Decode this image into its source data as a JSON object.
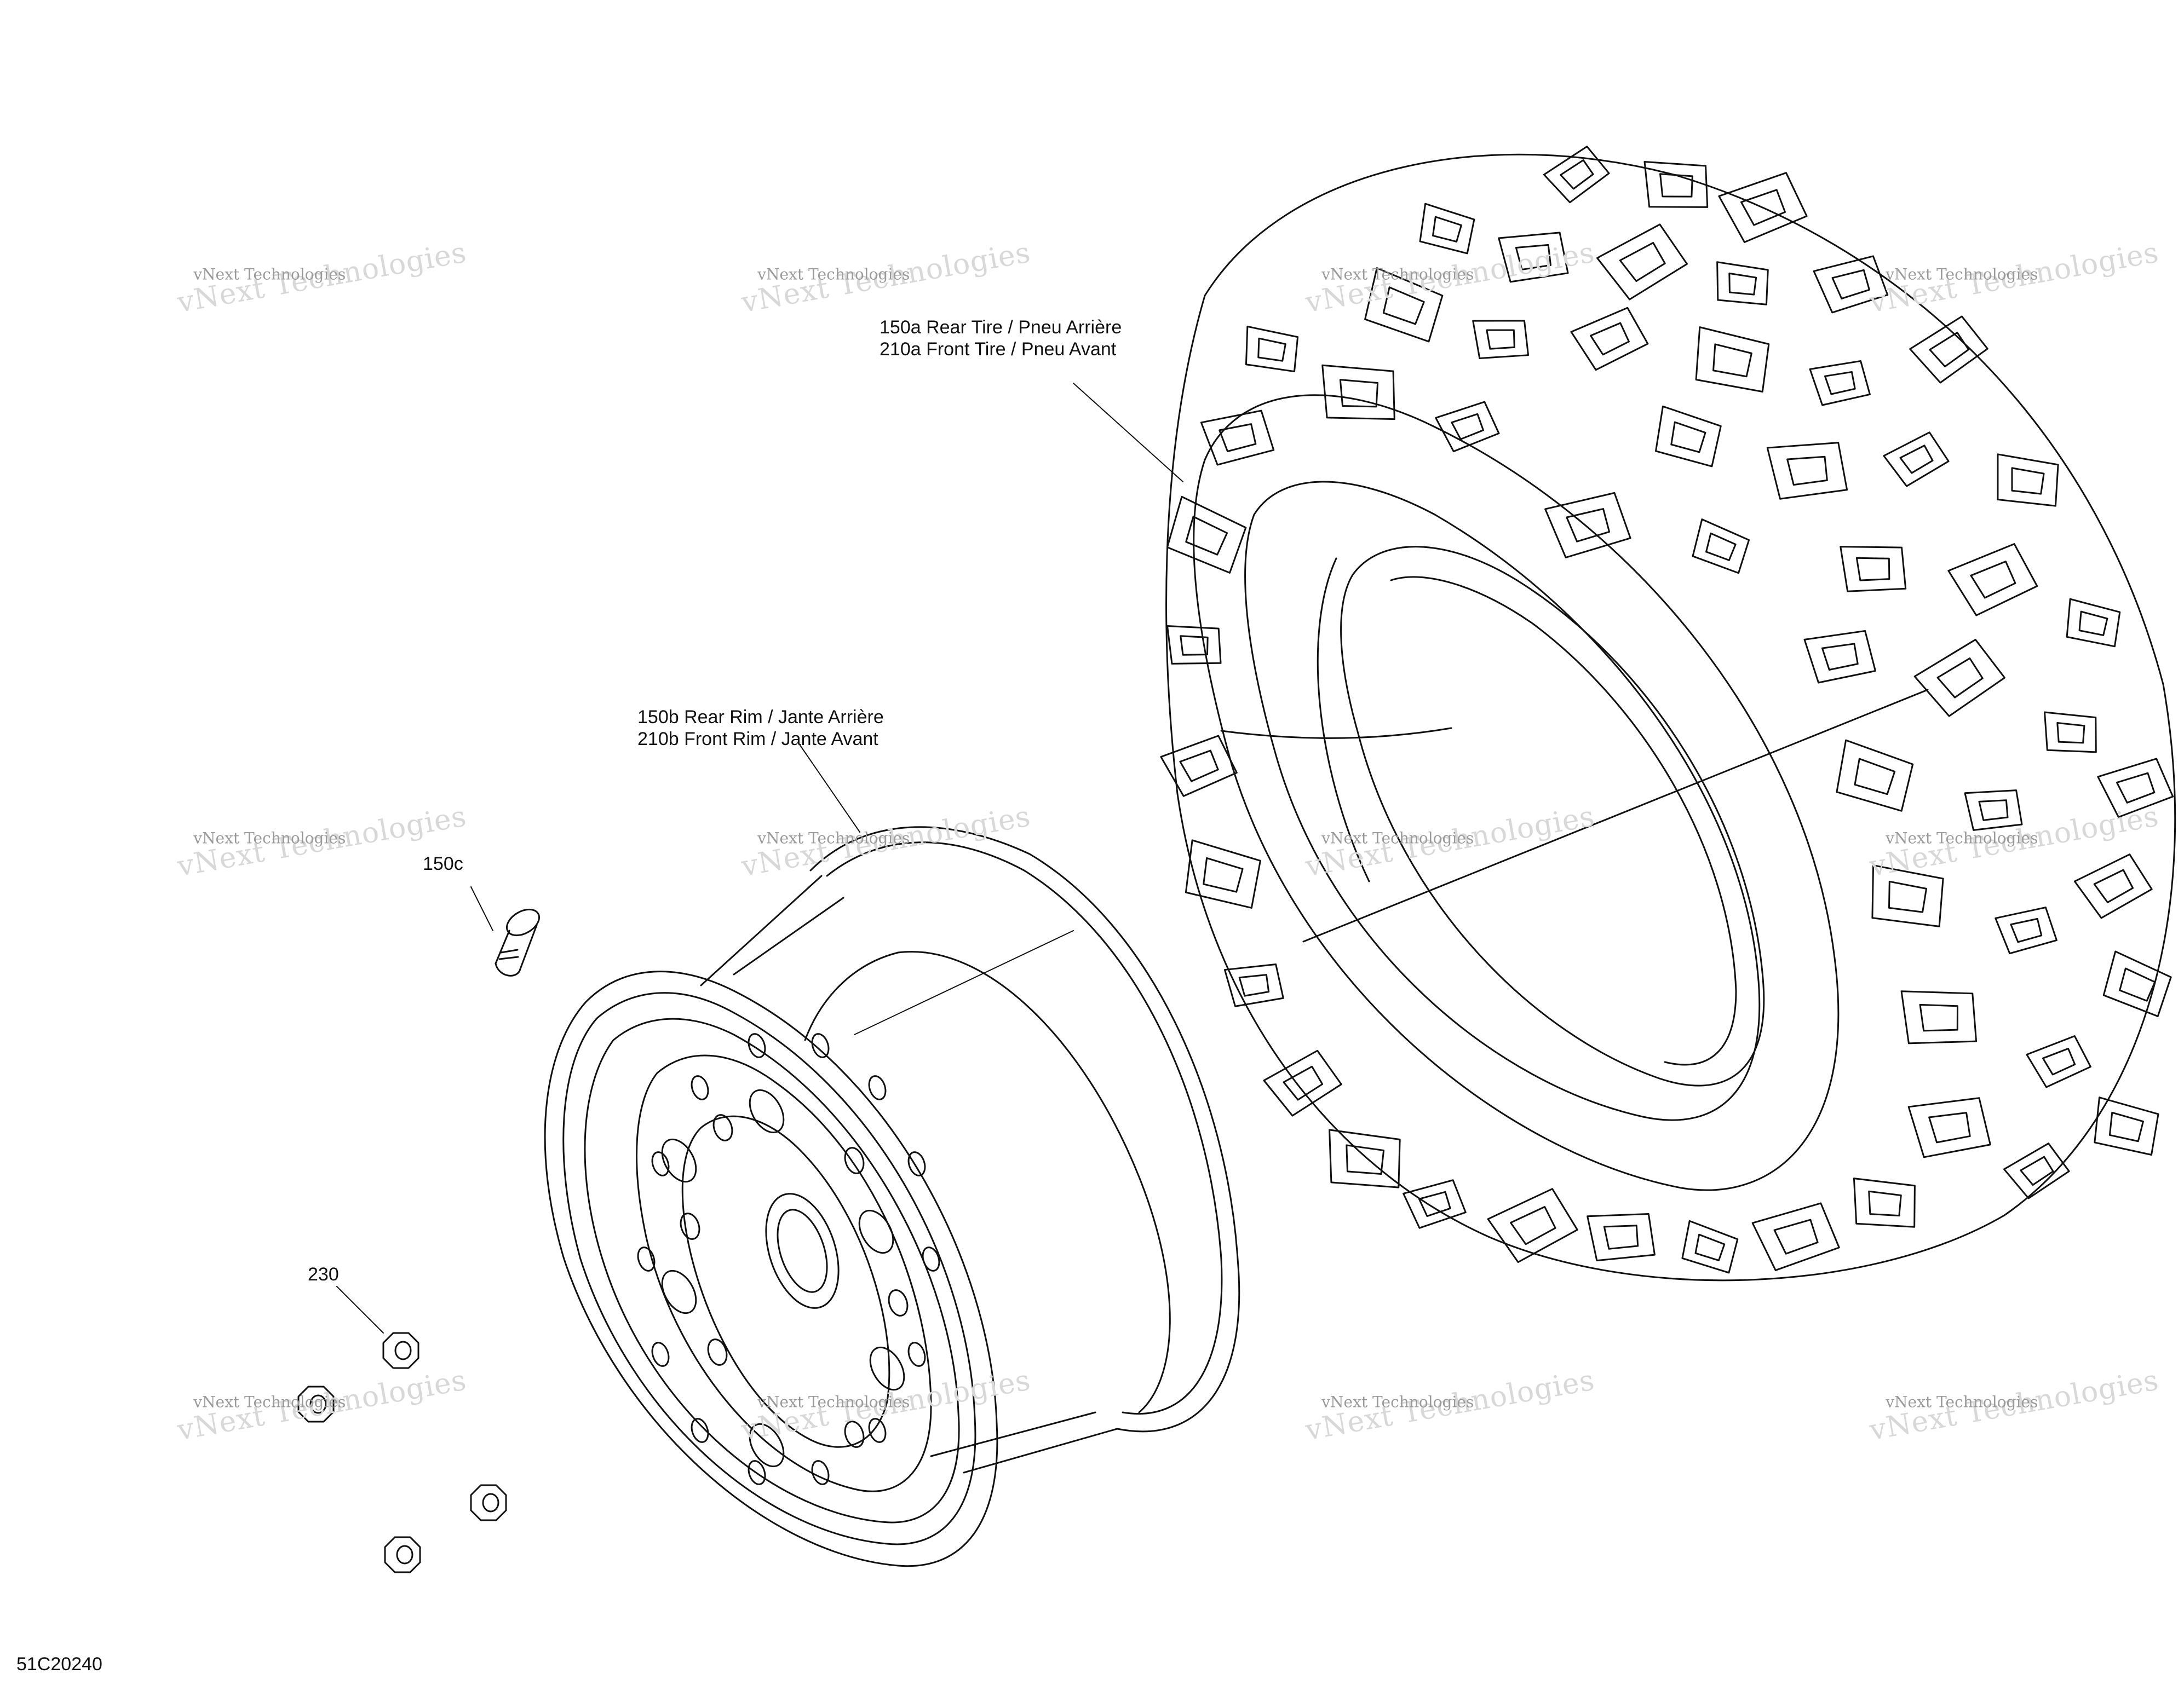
{
  "diagram": {
    "drawing_number": "51C20240",
    "callouts": {
      "tire_line1": "150a Rear Tire / Pneu Arrière",
      "tire_line2": "210a Front Tire / Pneu Avant",
      "rim_line1": "150b Rear Rim / Jante Arrière",
      "rim_line2": "210b Front Rim / Jante Avant",
      "valve": "150c",
      "nut": "230"
    },
    "watermark": {
      "small": "vNext Technologies",
      "large": "vNext Technologies"
    }
  }
}
